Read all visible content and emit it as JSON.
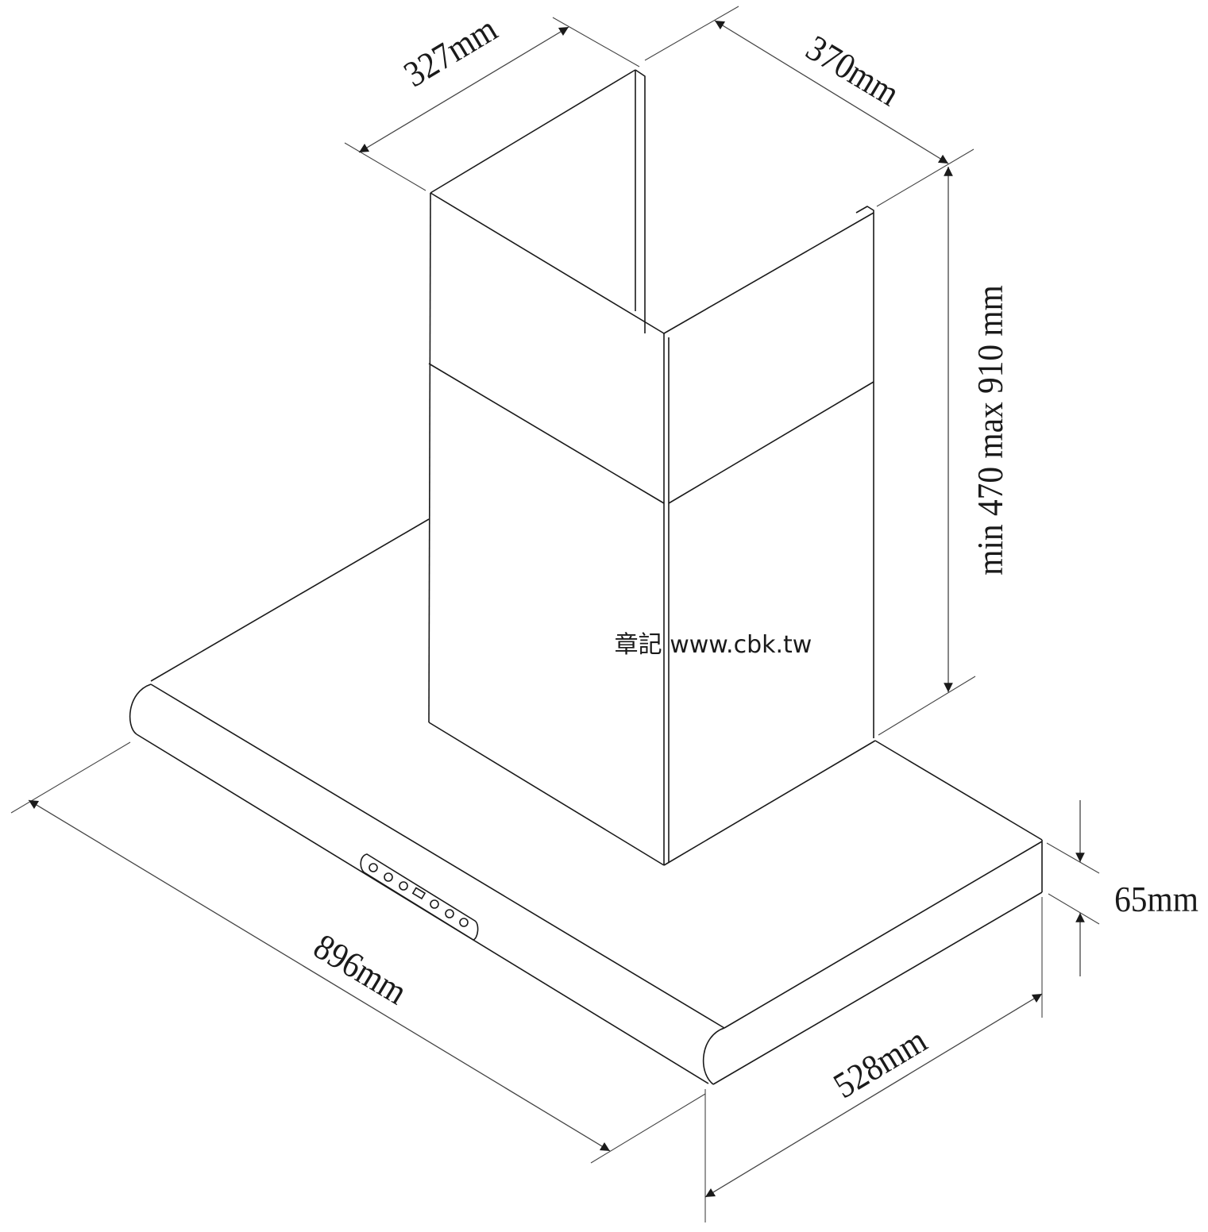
{
  "diagram": {
    "dimensions": {
      "chimney_width": "327mm",
      "chimney_depth": "370mm",
      "chimney_height": "min 470 max 910 mm",
      "hood_thickness": "65mm",
      "hood_width": "896mm",
      "hood_depth": "528mm"
    },
    "watermark": "章記 www.cbk.tw",
    "colors": {
      "line": "#1a1a1a",
      "thin_line": "#444444",
      "background": "#ffffff"
    }
  }
}
